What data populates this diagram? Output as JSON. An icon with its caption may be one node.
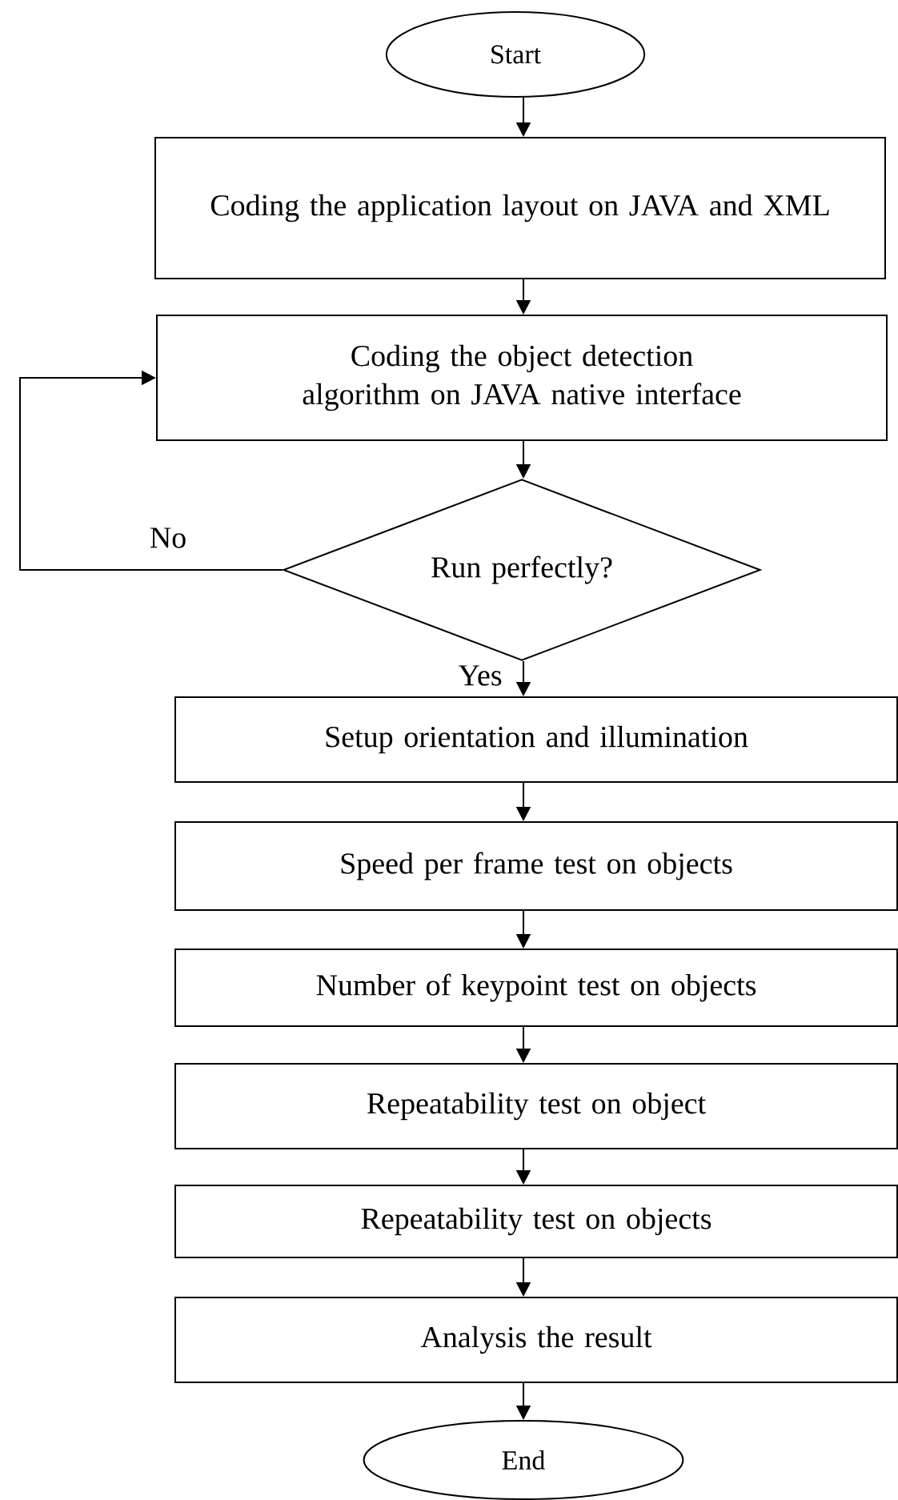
{
  "diagram": {
    "nodes": [
      {
        "text": [
          "Start"
        ]
      },
      {
        "text": [
          "Coding the application layout on JAVA and XML"
        ]
      },
      {
        "text": [
          "Coding the object detection algorithm on JAVA native interface"
        ]
      },
      {
        "text": [
          "Run perfectly?"
        ]
      },
      {
        "text": [
          "Setup orientation and illumination"
        ]
      },
      {
        "text": [
          "Speed per frame test on objects"
        ]
      },
      {
        "text": [
          "Number of keypoint test on objects"
        ]
      },
      {
        "text": [
          "Repeatability test on object"
        ]
      },
      {
        "text": [
          "Repeatability test on objects"
        ]
      },
      {
        "text": [
          "Analysis the result"
        ]
      },
      {
        "text": [
          "End"
        ]
      }
    ],
    "edges": [
      {
        "from": 0,
        "to": 1,
        "arrow": "to"
      },
      {
        "from": 1,
        "to": 2,
        "arrow": "to"
      },
      {
        "from": 2,
        "to": 3,
        "arrow": "to"
      },
      {
        "from": 3,
        "to": 2,
        "arrow": "to",
        "label": "No"
      },
      {
        "from": 3,
        "to": 4,
        "arrow": "to",
        "label": "Yes"
      },
      {
        "from": 4,
        "to": 5,
        "arrow": "to"
      },
      {
        "from": 5,
        "to": 6,
        "arrow": "to"
      },
      {
        "from": 6,
        "to": 7,
        "arrow": "to"
      },
      {
        "from": 7,
        "to": 8,
        "arrow": "to"
      },
      {
        "from": 8,
        "to": 9,
        "arrow": "to"
      },
      {
        "from": 9,
        "to": 10,
        "arrow": "to"
      }
    ]
  }
}
